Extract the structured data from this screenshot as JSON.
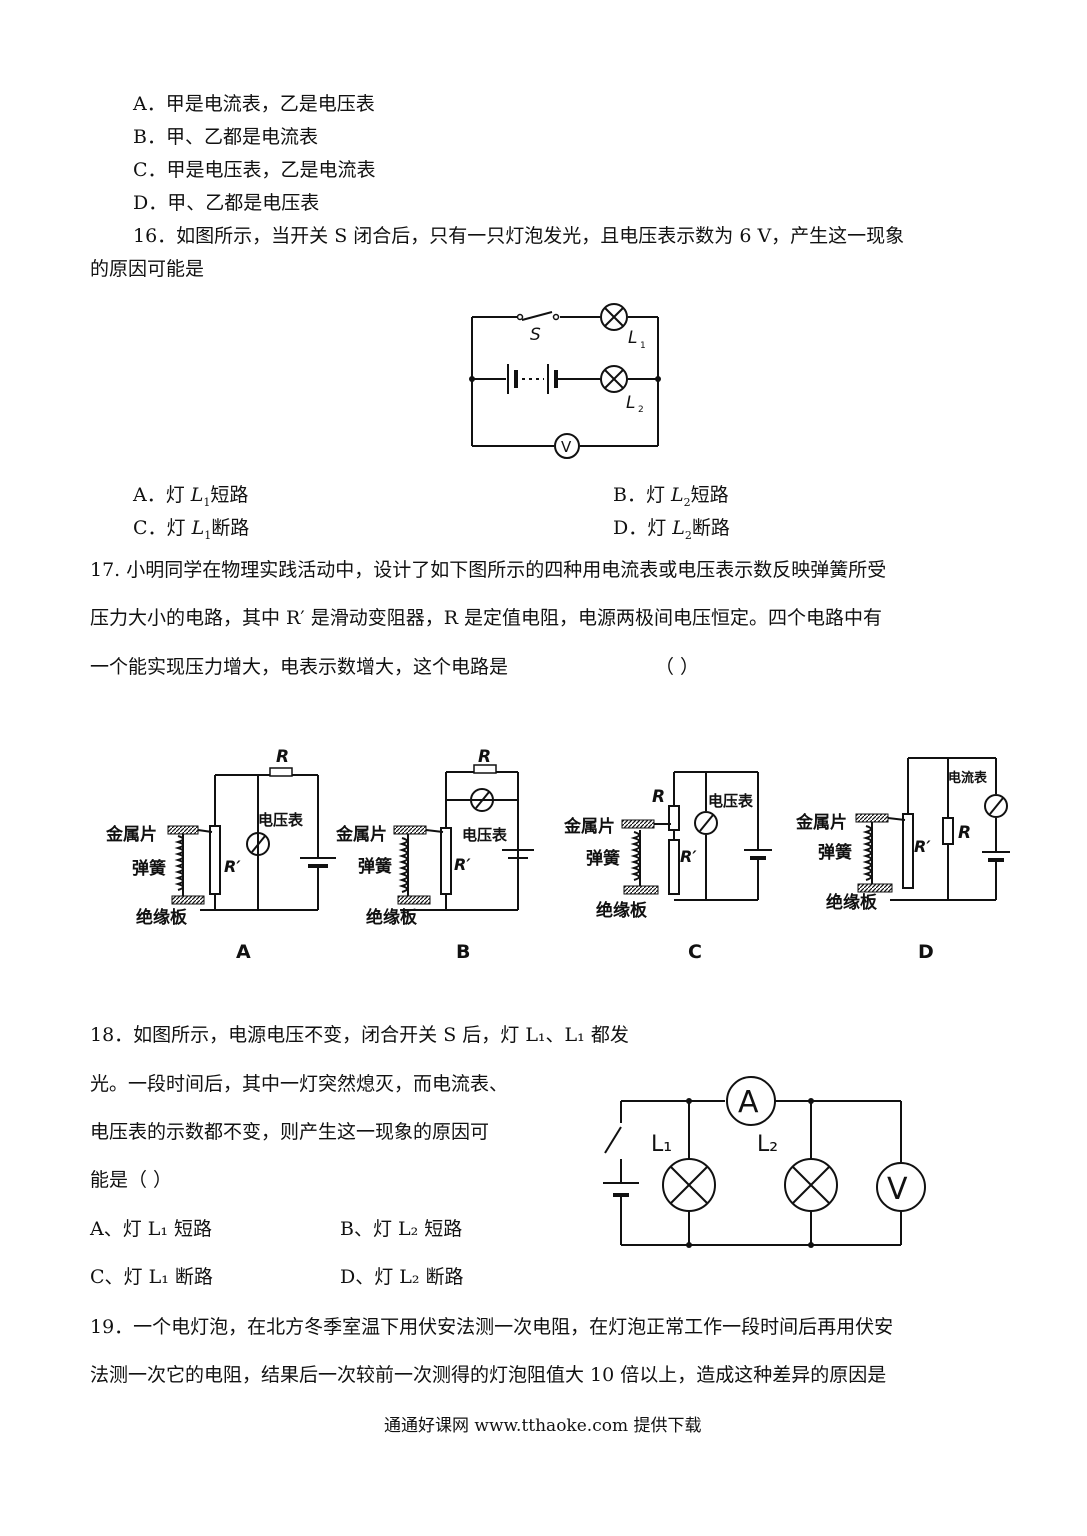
{
  "q15": {
    "options": [
      "A．甲是电流表，乙是电压表",
      "B．甲、乙都是电流表",
      "C．甲是电压表，乙是电流表",
      "D．甲、乙都是电压表"
    ]
  },
  "q16": {
    "line1": "16．如图所示，当开关 S 闭合后，只有一只灯泡发光，且电压表示数为 6 V，产生这一现象",
    "line2": "的原因可能是",
    "fig": {
      "switch": "S",
      "lamp1": "L",
      "lamp1_sub": "1",
      "lamp2": "L",
      "lamp2_sub": "2",
      "meter": "V"
    },
    "options": {
      "A": {
        "prefix": "A．灯 ",
        "lamp": "L",
        "sub": "1",
        "suffix": "短路"
      },
      "B": {
        "prefix": "B．灯 ",
        "lamp": "L",
        "sub": "2",
        "suffix": "短路"
      },
      "C": {
        "prefix": "C．灯 ",
        "lamp": "L",
        "sub": "1",
        "suffix": "断路"
      },
      "D": {
        "prefix": "D．灯 ",
        "lamp": "L",
        "sub": "2",
        "suffix": "断路"
      }
    }
  },
  "q17": {
    "line1": "17. 小明同学在物理实践活动中，设计了如下图所示的四种用电流表或电压表示数反映弹簧所受",
    "line2": "压力大小的电路，其中 R′ 是滑动变阻器，R 是定值电阻，电源两极间电压恒定。四个电路中有",
    "line3": "一个能实现压力增大，电表示数增大，这个电路是",
    "paren": "（     ）",
    "fig": {
      "resistor": "R",
      "rheostat": "R′",
      "metal": "金属片",
      "spring": "弹簧",
      "board": "绝缘板",
      "voltmeter": "电压表",
      "ammeter": "电流表",
      "labels": [
        "A",
        "B",
        "C",
        "D"
      ]
    }
  },
  "q18": {
    "line1": "18．如图所示，电源电压不变，闭合开关 S 后，灯 L₁、L₁ 都发",
    "line2": "光。一段时间后，其中一灯突然熄灭，而电流表、",
    "line3": "电压表的示数都不变，则产生这一现象的原因可",
    "line4": "能是（   ）",
    "optA": "A、灯 L₁ 短路",
    "optB": "B、灯 L₂ 短路",
    "optC": "C、灯 L₁ 断路",
    "optD": "D、灯 L₂ 断路",
    "fig": {
      "ammeter": "A",
      "voltmeter": "V",
      "lamp1": "L₁",
      "lamp2": "L₂"
    }
  },
  "q19": {
    "line1": "19．一个电灯泡，在北方冬季室温下用伏安法测一次电阻，在灯泡正常工作一段时间后再用伏安",
    "line2": "法测一次它的电阻，结果后一次较前一次测得的灯泡阻值大 10 倍以上，造成这种差异的原因是"
  },
  "footer": "通通好课网  www.tthaoke.com  提供下载"
}
